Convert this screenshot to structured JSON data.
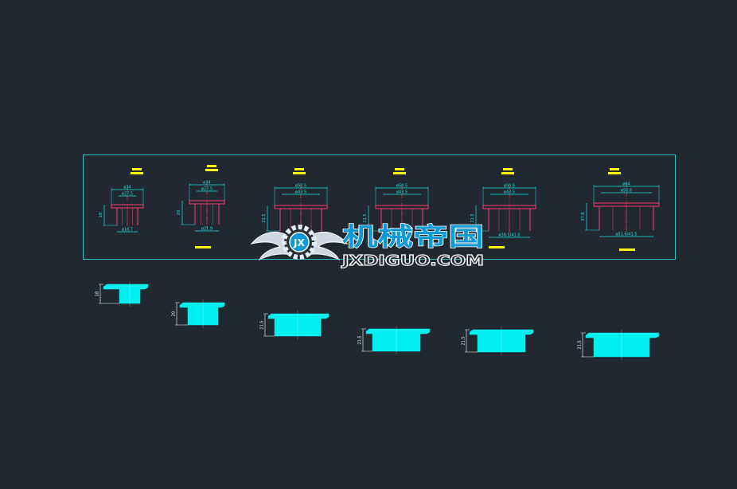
{
  "colors": {
    "background": "#212830",
    "frame": "#2ec4c4",
    "dimension": "#19e6e6",
    "outline": "#ff3a6e",
    "centerline": "#e03030",
    "note": "#ffff00",
    "solid": "#00f0f0",
    "watermark_fill": "#0c9ad6",
    "watermark_stroke": "#ffffff"
  },
  "watermark": {
    "title": "机械帝国",
    "subtitle": "JXDIGUO.COM",
    "emblem_letters": "JX"
  },
  "details": [
    {
      "top_dims": [
        "ø34",
        "ø27.5"
      ],
      "height_dim": "18",
      "bottom_dim": "ø16.7"
    },
    {
      "top_dims": [
        "ø34",
        "ø27.5"
      ],
      "height_dim": "20",
      "bottom_dim": "ø21.9"
    },
    {
      "top_dims": [
        "ø50.5",
        "ø43.5"
      ],
      "height_dim": "21.5",
      "bottom_dim": ""
    },
    {
      "top_dims": [
        "ø50.5",
        "ø43.5"
      ],
      "height_dim": "21.5",
      "bottom_dim": ""
    },
    {
      "top_dims": [
        "ø50.6",
        "ø43.5"
      ],
      "height_dim": "21.5",
      "bottom_dim": "ø38.5/41.0"
    },
    {
      "top_dims": [
        "ø64",
        "ø56.8"
      ],
      "height_dim": "37.8",
      "bottom_dim": "ø51.6/41.5"
    }
  ],
  "profiles": [
    {
      "height_dim": "18"
    },
    {
      "height_dim": "20"
    },
    {
      "height_dim": "21.5"
    },
    {
      "height_dim": "21.5"
    },
    {
      "height_dim": "21.5"
    },
    {
      "height_dim": "21.5"
    }
  ]
}
